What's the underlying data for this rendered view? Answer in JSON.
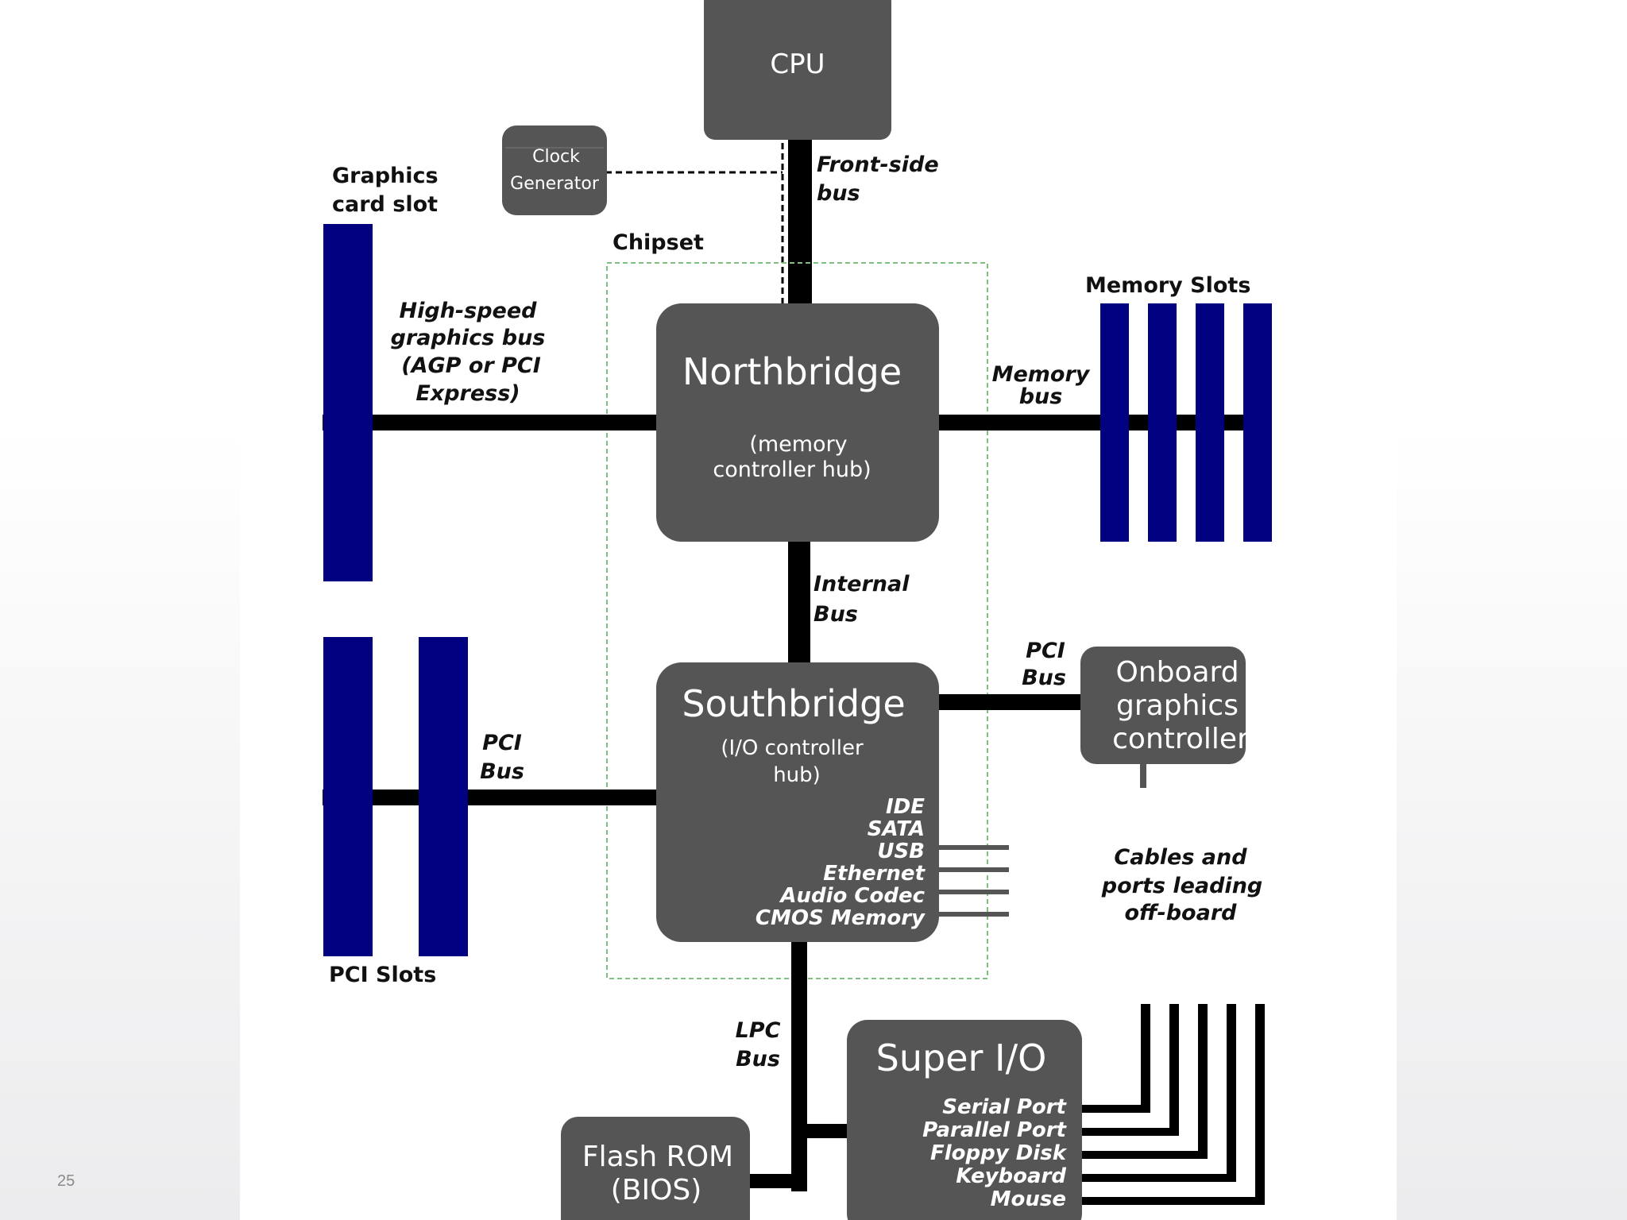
{
  "slide": {
    "number": "25"
  },
  "colors": {
    "chip": "#555555",
    "slot": "#000080",
    "bus": "#000000",
    "chipset_border": "#7fbf7f",
    "text_on_chip": "#ffffff"
  },
  "cpu": {
    "label": "CPU"
  },
  "clock_generator": {
    "line1": "Clock",
    "line2": "Generator"
  },
  "front_side_bus": {
    "line1": "Front-side",
    "line2": "bus"
  },
  "chipset": {
    "label": "Chipset"
  },
  "graphics_card_slot": {
    "line1": "Graphics",
    "line2": "card slot"
  },
  "graphics_bus": {
    "line1": "High-speed",
    "line2": "graphics bus",
    "line3": "(AGP or PCI",
    "line4": "Express)"
  },
  "northbridge": {
    "title": "Northbridge",
    "sub1": "(memory",
    "sub2": "controller hub)"
  },
  "memory_slots": {
    "label": "Memory Slots",
    "count": 4
  },
  "memory_bus": {
    "line1": "Memory",
    "line2": "bus"
  },
  "internal_bus": {
    "line1": "Internal",
    "line2": "Bus"
  },
  "southbridge": {
    "title": "Southbridge",
    "sub1": "(I/O controller",
    "sub2": "hub)",
    "ports": [
      "IDE",
      "SATA",
      "USB",
      "Ethernet",
      "Audio Codec",
      "CMOS Memory"
    ]
  },
  "pci_bus_right": {
    "line1": "PCI",
    "line2": "Bus"
  },
  "onboard_graphics": {
    "line1": "Onboard",
    "line2": "graphics",
    "line3": "controller"
  },
  "pci_bus_left": {
    "line1": "PCI",
    "line2": "Bus"
  },
  "pci_slots": {
    "label": "PCI Slots",
    "count": 2
  },
  "cables": {
    "line1": "Cables and",
    "line2": "ports leading",
    "line3": "off-board"
  },
  "lpc_bus": {
    "line1": "LPC",
    "line2": "Bus"
  },
  "super_io": {
    "title": "Super I/O",
    "ports": [
      "Serial Port",
      "Parallel Port",
      "Floppy Disk",
      "Keyboard",
      "Mouse"
    ]
  },
  "flash_rom": {
    "line1": "Flash ROM",
    "line2": "(BIOS)"
  }
}
